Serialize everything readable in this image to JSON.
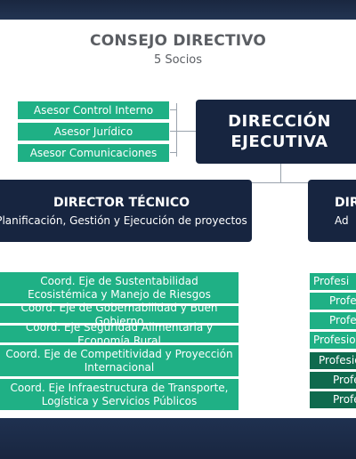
{
  "board": {
    "title": "CONSEJO DIRECTIVO",
    "subtitle": "5 Socios"
  },
  "advisors": [
    "Asesor Control Interno",
    "Asesor Jurídico",
    "Asesor Comunicaciones"
  ],
  "executive": {
    "line1": "DIRECCIÓN",
    "line2": "EJECUTIVA"
  },
  "technical_director": {
    "title": "DIRECTOR TÉCNICO",
    "subtitle": "Planificación, Gestión y Ejecución de proyectos"
  },
  "admin_director": {
    "title_fragment": "DIR",
    "subtitle_fragment": "Ad"
  },
  "coordinators": [
    "Coord. Eje de Sustentabilidad Ecosistémica y Manejo de Riesgos",
    "Coord. Eje de Gobernabilidad y Buen Gobierno",
    "Coord. Eje Seguridad Alimentaria y Economía Rural",
    "Coord. Eje de Competitividad y Proyección Internacional",
    "Coord. Eje Infraestructura de Transporte, Logística y Servicios Públicos"
  ],
  "professionals": [
    "Profesi",
    "Profe",
    "Profe",
    "Profesion",
    "Profesion",
    "Profe",
    "Profe"
  ],
  "colors": {
    "navy": "#172540",
    "green": "#1fb085",
    "dark_green": "#0f6a4e",
    "title_gray": "#5b5e63"
  }
}
